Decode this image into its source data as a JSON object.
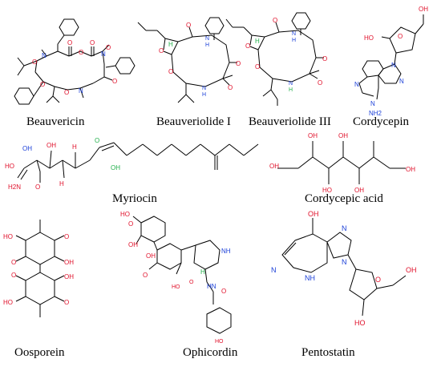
{
  "compounds": [
    {
      "name": "Beauvericin",
      "atoms": [
        "N",
        "O",
        "O",
        "O",
        "O",
        "O",
        "N",
        "O",
        "N",
        "O",
        "O"
      ]
    },
    {
      "name": "Beauveriolide I",
      "atoms": [
        "N",
        "H",
        "O",
        "O",
        "O",
        "N",
        "H",
        "O",
        "O",
        "H"
      ]
    },
    {
      "name": "Beauveriolide III",
      "atoms": [
        "N",
        "H",
        "O",
        "O",
        "O",
        "N",
        "H",
        "O",
        "O",
        "H"
      ]
    },
    {
      "name": "Cordycepin",
      "atoms": [
        "HO",
        "O",
        "OH",
        "N",
        "N",
        "N",
        "N",
        "NH2"
      ]
    },
    {
      "name": "Myriocin",
      "atoms": [
        "H2N",
        "HO",
        "OH",
        "O",
        "OH",
        "H",
        "H",
        "O",
        "OH"
      ]
    },
    {
      "name": "Cordycepic acid",
      "atoms": [
        "OH",
        "OH",
        "HO",
        "OH",
        "OH",
        "OH"
      ]
    },
    {
      "name": "Oosporein",
      "atoms": [
        "O",
        "HO",
        "OH",
        "O",
        "O",
        "HO",
        "OH",
        "O"
      ]
    },
    {
      "name": "Ophicordin",
      "atoms": [
        "HO",
        "O",
        "OH",
        "OH",
        "O",
        "HO",
        "O",
        "NH",
        "H",
        "HN",
        "O",
        "HO"
      ]
    },
    {
      "name": "Pentostatin",
      "atoms": [
        "OH",
        "N",
        "N",
        "N",
        "NH",
        "O",
        "OH",
        "HO"
      ]
    }
  ]
}
